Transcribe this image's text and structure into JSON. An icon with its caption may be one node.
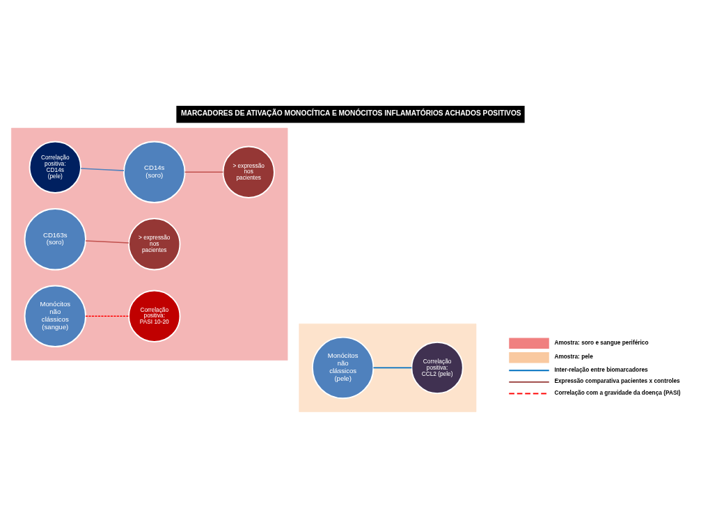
{
  "diagram": {
    "title": "MARCADORES DE ATIVAÇÃO MONOCÍTICA E MONÓCITOS INFLAMATÓRIOS ACHADOS POSITIVOS",
    "nodes": [
      {
        "text": [],
        "shape": "box"
      },
      {
        "text": [],
        "shape": "box"
      },
      {
        "text": [
          "CD14s (soro)"
        ],
        "in": 0
      },
      {
        "text": [
          "> expressão nos pacientes"
        ],
        "in": 0
      },
      {
        "text": [
          "Correlação positiva:",
          "CD14s (pele)"
        ],
        "in": 0
      },
      {
        "text": [
          "CD163s (soro)"
        ],
        "in": 0
      },
      {
        "text": [
          "> expressão nos pacientes"
        ],
        "in": 0
      },
      {
        "text": [
          "Monócitos não clássicos (sangue)"
        ],
        "in": 0
      },
      {
        "text": [
          "Correlação positiva:",
          "PASI 10-20"
        ],
        "in": 0
      },
      {
        "text": [
          "Monócitos não clássicos (pele)"
        ],
        "in": 1
      },
      {
        "text": [
          "Correlação positiva:",
          "CCL2 (pele)"
        ],
        "in": 1
      }
    ],
    "edges": [
      {
        "from": 2,
        "to": 3,
        "arrow": "none",
        "color": "#c0504d"
      },
      {
        "from": 4,
        "to": 2,
        "arrow": "none",
        "color": "#4f81bd"
      },
      {
        "from": 5,
        "to": 6,
        "arrow": "none",
        "color": "#c0504d"
      },
      {
        "from": 7,
        "to": 8,
        "arrow": "none",
        "style": "dashed",
        "color": "#ff0000"
      },
      {
        "from": 9,
        "to": 10,
        "arrow": "none",
        "color": "#0070c0"
      }
    ],
    "legend": [
      {
        "text": "Amostra: soro e sangue periférico",
        "color": "#f08080"
      },
      {
        "text": "Amostra: pele",
        "color": "#f9c9a0"
      },
      {
        "text": "Inter-relação entre biomarcadores"
      },
      {
        "text": "Expressão comparativa pacientes x controles"
      },
      {
        "text": "Correlação com a gravidade da doença (PASI)"
      }
    ]
  }
}
